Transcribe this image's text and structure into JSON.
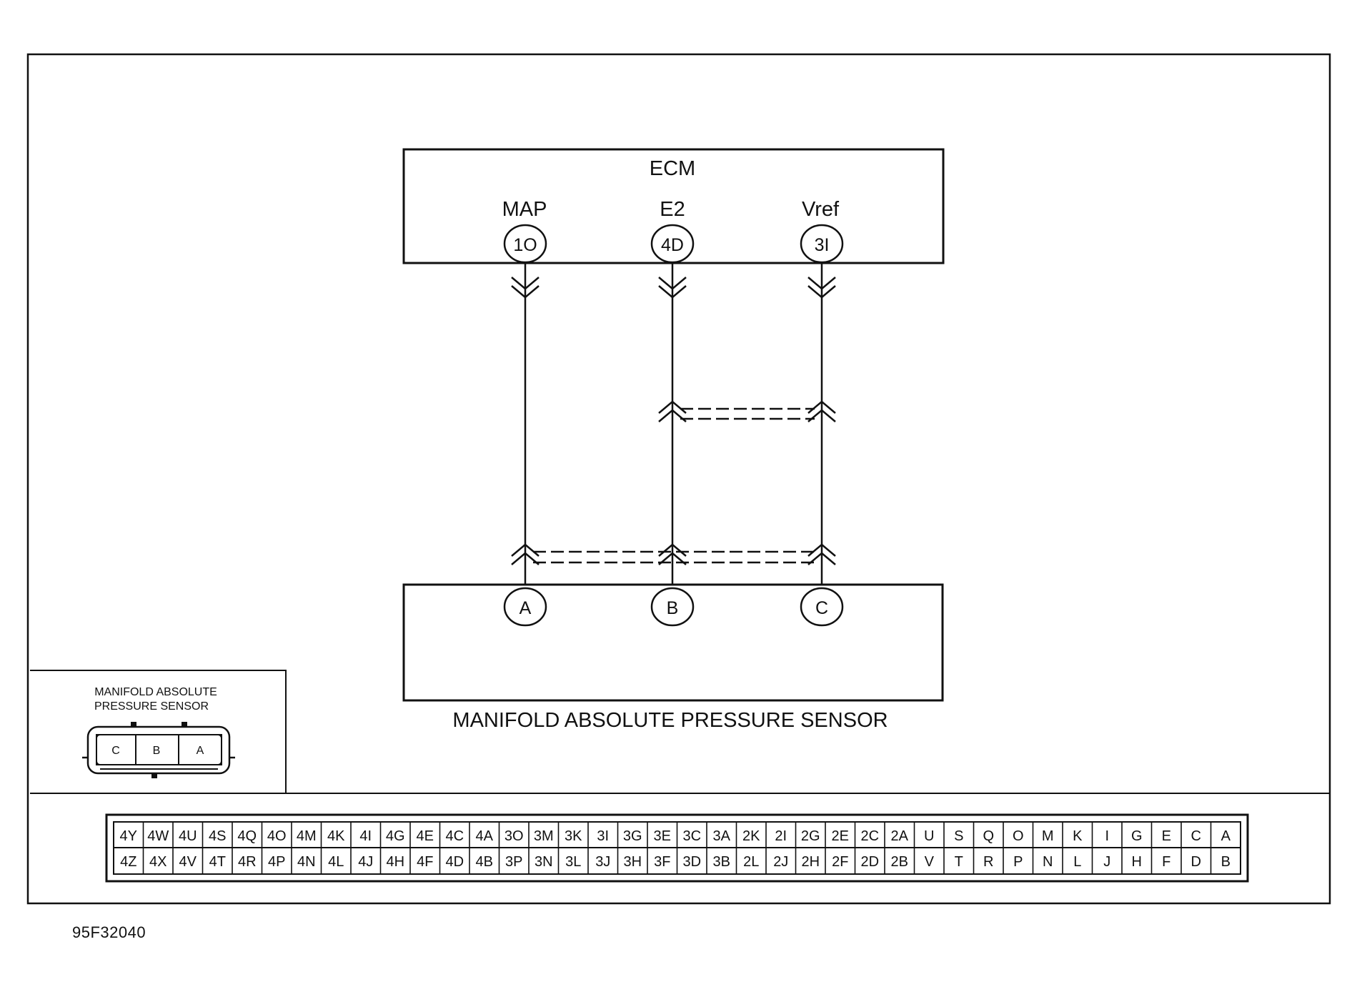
{
  "ecm": {
    "title": "ECM",
    "terminals": [
      {
        "name": "MAP",
        "pin": "1O"
      },
      {
        "name": "E2",
        "pin": "4D"
      },
      {
        "name": "Vref",
        "pin": "3I"
      }
    ]
  },
  "sensor": {
    "title": "MANIFOLD ABSOLUTE PRESSURE SENSOR",
    "pins": [
      "A",
      "B",
      "C"
    ]
  },
  "connector_view": {
    "title_line1": "MANIFOLD ABSOLUTE",
    "title_line2": "PRESSURE SENSOR",
    "pins": [
      "C",
      "B",
      "A"
    ]
  },
  "ecm_connector": {
    "top_row": [
      "4Y",
      "4W",
      "4U",
      "4S",
      "4Q",
      "4O",
      "4M",
      "4K",
      "4I",
      "4G",
      "4E",
      "4C",
      "4A",
      "3O",
      "3M",
      "3K",
      "3I",
      "3G",
      "3E",
      "3C",
      "3A",
      "2K",
      "2I",
      "2G",
      "2E",
      "2C",
      "2A",
      "U",
      "S",
      "Q",
      "O",
      "M",
      "K",
      "I",
      "G",
      "E",
      "C",
      "A"
    ],
    "bottom_row": [
      "4Z",
      "4X",
      "4V",
      "4T",
      "4R",
      "4P",
      "4N",
      "4L",
      "4J",
      "4H",
      "4F",
      "4D",
      "4B",
      "3P",
      "3N",
      "3L",
      "3J",
      "3H",
      "3F",
      "3D",
      "3B",
      "2L",
      "2J",
      "2H",
      "2F",
      "2D",
      "2B",
      "V",
      "T",
      "R",
      "P",
      "N",
      "L",
      "J",
      "H",
      "F",
      "D",
      "B"
    ]
  },
  "figure_code": "95F32040"
}
